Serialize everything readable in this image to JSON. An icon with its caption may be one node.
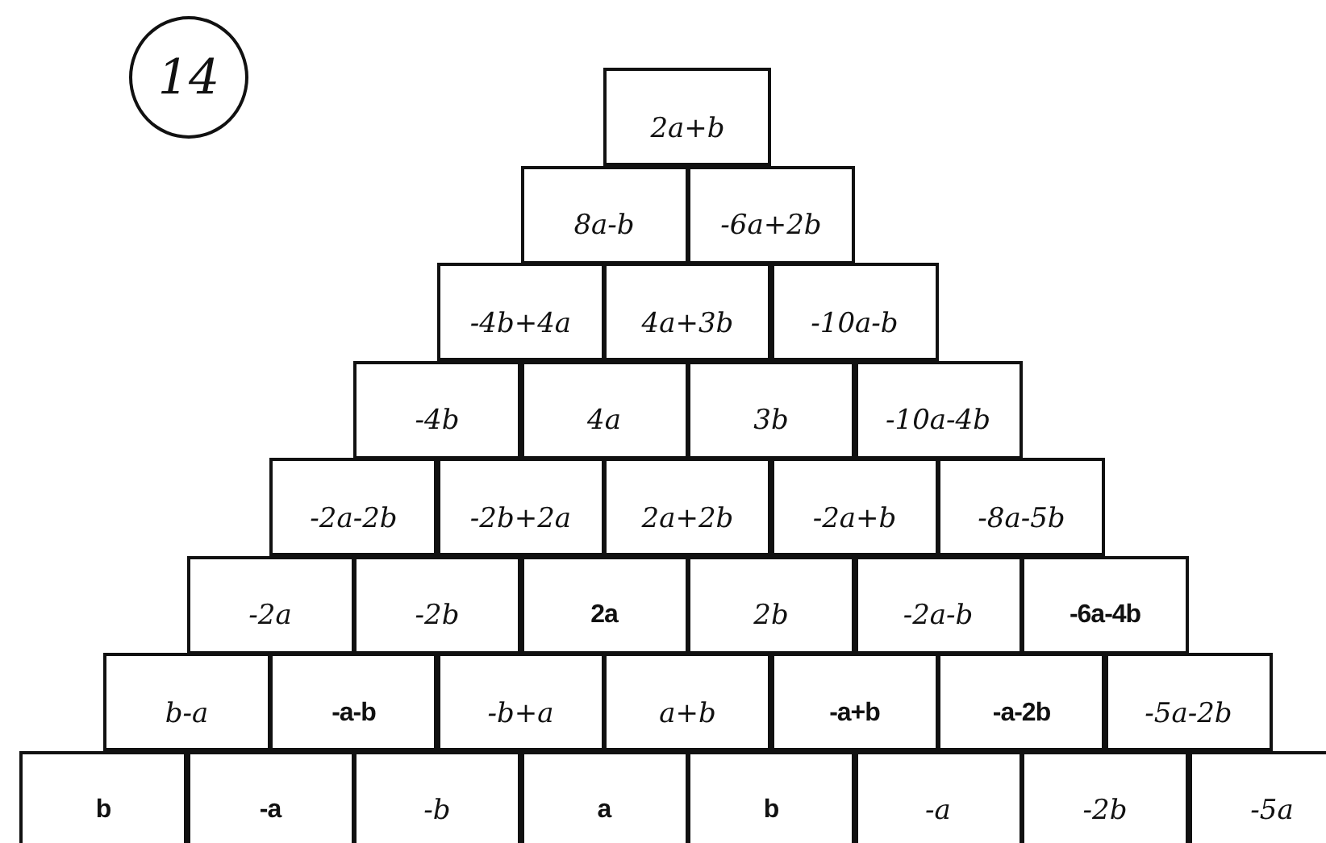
{
  "diagram": {
    "nodes": [
      {
        "text": [
          "14"
        ]
      },
      {
        "text": [
          "2a+b"
        ]
      },
      {
        "text": [
          "8a-b"
        ]
      },
      {
        "text": [
          "-6a+2b"
        ]
      },
      {
        "text": [
          "-4b+4a"
        ]
      },
      {
        "text": [
          "4a+3b"
        ]
      },
      {
        "text": [
          "-10a-b"
        ]
      },
      {
        "text": [
          "-4b"
        ]
      },
      {
        "text": [
          "4a"
        ]
      },
      {
        "text": [
          "3b"
        ]
      },
      {
        "text": [
          "-10a-4b"
        ]
      },
      {
        "text": [
          "-2a-2b"
        ]
      },
      {
        "text": [
          "-2b+2a"
        ]
      },
      {
        "text": [
          "2a+2b"
        ]
      },
      {
        "text": [
          "-2a+b"
        ]
      },
      {
        "text": [
          "-8a-5b"
        ]
      },
      {
        "text": [
          "-2a"
        ]
      },
      {
        "text": [
          "-2b"
        ]
      },
      {
        "text": [
          "2a"
        ]
      },
      {
        "text": [
          "2b"
        ]
      },
      {
        "text": [
          "-2a-b"
        ]
      },
      {
        "text": [
          "-6a-4b"
        ]
      },
      {
        "text": [
          "b-a"
        ]
      },
      {
        "text": [
          "-a-b"
        ]
      },
      {
        "text": [
          "-b+a"
        ]
      },
      {
        "text": [
          "a+b"
        ]
      },
      {
        "text": [
          "-a+b"
        ]
      },
      {
        "text": [
          "-a-2b"
        ]
      },
      {
        "text": [
          "-5a-2b"
        ]
      },
      {
        "text": [
          "b"
        ]
      },
      {
        "text": [
          "-a"
        ]
      },
      {
        "text": [
          "-b"
        ]
      },
      {
        "text": [
          "a"
        ]
      },
      {
        "text": [
          "b"
        ]
      },
      {
        "text": [
          "-a"
        ]
      },
      {
        "text": [
          "-2b"
        ]
      },
      {
        "text": [
          "-5a"
        ]
      }
    ]
  }
}
